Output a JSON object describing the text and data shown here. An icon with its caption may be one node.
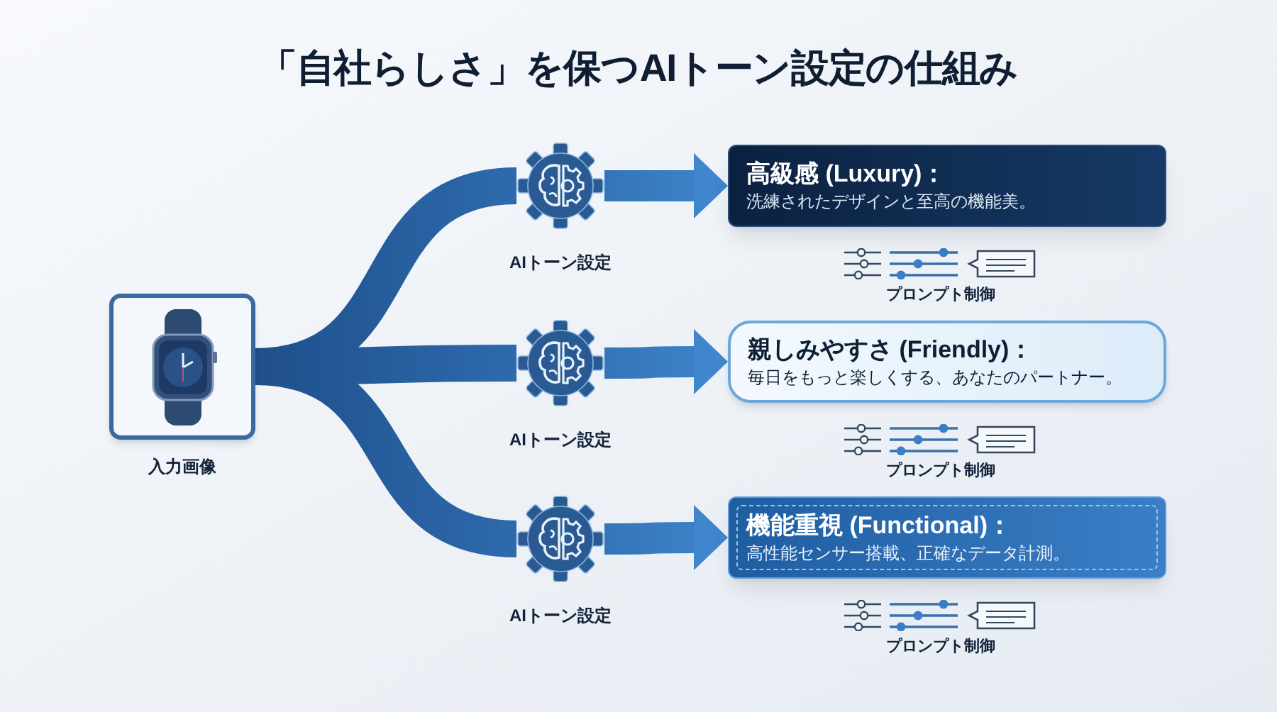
{
  "diagram": {
    "title": "「自社らしさ」を保つAIトーン設定の仕組み",
    "nodes": [
      {
        "text": [],
        "shape": "picture",
        "beside": [
          "入力画像"
        ]
      },
      {
        "text": [],
        "shape": "gear",
        "beside": [
          "AIトーン設定"
        ]
      },
      {
        "text": [],
        "shape": "gear",
        "beside": [
          "AIトーン設定"
        ]
      },
      {
        "text": [],
        "shape": "gear",
        "beside": [
          "AIトーン設定"
        ]
      },
      {
        "text": [
          "高級感 (Luxury)：",
          "洗練されたデザインと至高の機能美。"
        ]
      },
      {
        "text": [
          "親しみやすさ (Friendly)：",
          "毎日をもっと楽しくする、あなたのパートナー。"
        ]
      },
      {
        "text": [
          "機能重視 (Functional)：",
          "高性能センサー搭載、正確なデータ計測。"
        ]
      }
    ],
    "labels": [
      "プロンプト制御",
      "プロンプト制御",
      "プロンプト制御"
    ],
    "edges": [
      {
        "from": 0,
        "to": 1,
        "arrow": "none"
      },
      {
        "from": 0,
        "to": 2,
        "arrow": "none"
      },
      {
        "from": 0,
        "to": 3,
        "arrow": "none"
      },
      {
        "from": 1,
        "to": 4,
        "arrow": "to"
      },
      {
        "from": 2,
        "to": 5,
        "arrow": "to"
      },
      {
        "from": 3,
        "to": 6,
        "arrow": "to"
      }
    ]
  }
}
